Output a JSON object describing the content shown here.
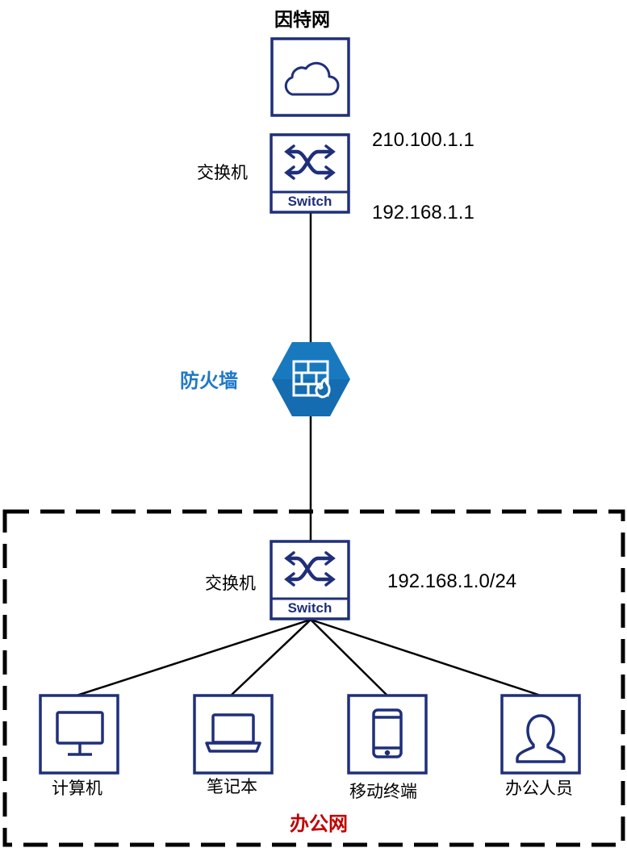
{
  "colors": {
    "device_blue": "#1f2f7a",
    "firewall_blue_light": "#1a7fc4",
    "firewall_blue_dark": "#0f5a98",
    "firewall_label": "#1f78c8",
    "office_label": "#c00000",
    "link": "#000000"
  },
  "internet": {
    "label": "因特网",
    "icon": "cloud-icon"
  },
  "top_switch": {
    "label": "交换机",
    "badge": "Switch",
    "ip_wan": "210.100.1.1",
    "ip_lan": "192.168.1.1",
    "icon": "switch-arrows-icon"
  },
  "firewall": {
    "label": "防火墙",
    "icon": "firewall-icon"
  },
  "office_switch": {
    "label": "交换机",
    "badge": "Switch",
    "subnet": "192.168.1.0/24",
    "icon": "switch-arrows-icon"
  },
  "endpoints": [
    {
      "label": "计算机",
      "icon": "monitor-icon"
    },
    {
      "label": "笔记本",
      "icon": "laptop-icon"
    },
    {
      "label": "移动终端",
      "icon": "mobile-icon"
    },
    {
      "label": "办公人员",
      "icon": "person-icon"
    }
  ],
  "office_network": {
    "label": "办公网"
  }
}
